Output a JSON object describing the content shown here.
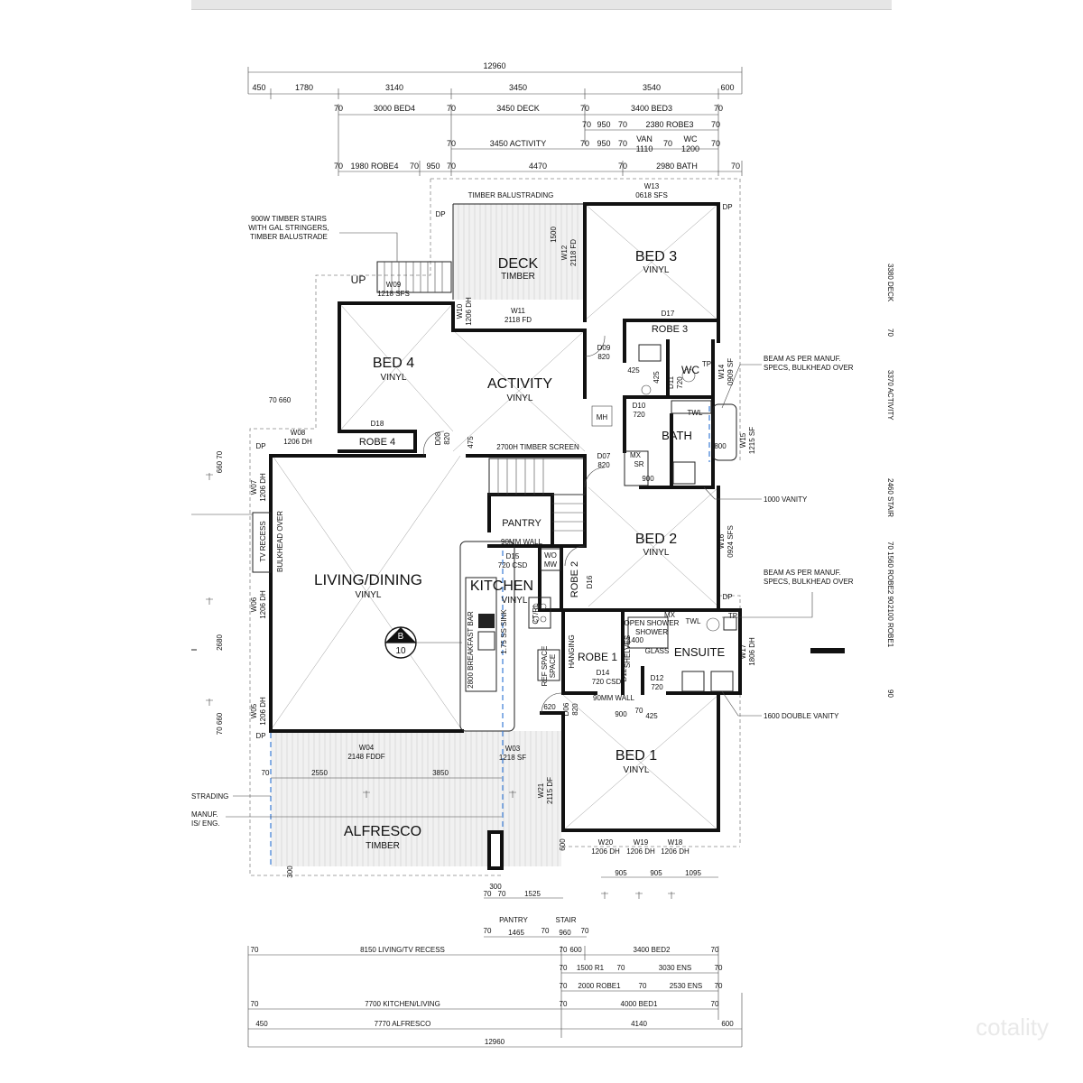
{
  "plan": {
    "top_dims": {
      "overall": "12960",
      "row1": [
        "450",
        "1780",
        "3140",
        "3450",
        "3540",
        "600"
      ],
      "row2": [
        "70",
        "3000 BED4",
        "70",
        "3450 DECK",
        "70",
        "3400 BED3",
        "70"
      ],
      "row3": [
        "70",
        "950",
        "70",
        "2380 ROBE3",
        "70"
      ],
      "row3b": [
        "VAN",
        "WC"
      ],
      "row4": [
        "70",
        "3450 ACTIVITY",
        "70",
        "950",
        "70",
        "1110",
        "70",
        "1200",
        "70"
      ],
      "row5": [
        "70",
        "1980 ROBE4",
        "70",
        "950",
        "70",
        "4470",
        "70",
        "2980 BATH",
        "70"
      ]
    },
    "bottom_dims": {
      "pantry_stair": [
        "PANTRY",
        "STAIR",
        "70",
        "1465",
        "70",
        "960",
        "70"
      ],
      "row1": [
        "70",
        "8150 LIVING/TV RECESS",
        "70",
        "600",
        "3400 BED2",
        "70"
      ],
      "row2": [
        "70",
        "1500 R1",
        "70",
        "3030 ENS",
        "70"
      ],
      "row3": [
        "70",
        "2000 ROBE1",
        "70",
        "2530 ENS",
        "70"
      ],
      "row4": [
        "70",
        "7700 KITCHEN/LIVING",
        "70",
        "4000 BED1",
        "70"
      ],
      "row5": [
        "450",
        "7770 ALFRESCO",
        "4140",
        "600"
      ],
      "overall": "12960"
    },
    "rooms": {
      "deck": "DECK",
      "deck_sub": "TIMBER",
      "bed3": "BED 3",
      "bed3_sub": "VINYL",
      "bed4": "BED 4",
      "bed4_sub": "VINYL",
      "activity": "ACTIVITY",
      "activity_sub": "VINYL",
      "living": "LIVING/DINING",
      "living_sub": "VINYL",
      "kitchen": "KITCHEN",
      "kitchen_sub": "VINYL",
      "bed2": "BED 2",
      "bed2_sub": "VINYL",
      "bath": "BATH",
      "wc": "WC",
      "ensuite": "ENSUITE",
      "bed1": "BED 1",
      "bed1_sub": "VINYL",
      "alfresco": "ALFRESCO",
      "alfresco_sub": "TIMBER",
      "robe3": "ROBE 3",
      "robe4": "ROBE 4",
      "robe2": "ROBE 2",
      "robe1": "ROBE 1",
      "pantry": "PANTRY"
    },
    "labels": {
      "timber_balustrading": "TIMBER BALUSTRADING",
      "w13": "W13",
      "w13b": "0618 SFS",
      "stairs_note": [
        "900W TIMBER STAIRS",
        "WITH GAL STRINGERS,",
        "TIMBER BALUSTRADE"
      ],
      "up": "UP",
      "w09": "W09",
      "w09b": "1218 SFS",
      "w10": "W10",
      "w10b": "1206 DH",
      "w11": "W11",
      "w11b": "2118 FD",
      "w12": "W12",
      "w12b": "2118 FD",
      "deck_1500": "1500",
      "d17": "D17",
      "d09": "D09",
      "d09b": "820",
      "d18": "D18",
      "d08": "D08",
      "d08b": "820",
      "w08": "W08",
      "w08b": "1206 DH",
      "dp": "DP",
      "dim_70_660": "70 660",
      "dim_660_70": "660 70",
      "w07": "W07",
      "w07b": "1206 DH",
      "tv_recess": "TV RECESS",
      "bulkhead_over": "BULKHEAD OVER",
      "w06": "W06",
      "w06b": "1206 DH",
      "w05": "W05",
      "w05b": "1206 DH",
      "dim_2680": "2680",
      "dim_70_660_b": "70 660",
      "screen_2700": "2700H TIMBER SCREEN",
      "d07": "D07",
      "d07b": "820",
      "dim_475": "475",
      "dim_425": "425",
      "dim_425b": "425",
      "d11": "D11",
      "d11b": "720",
      "d10": "D10",
      "d10b": "720",
      "tp": "TP",
      "twl": "TWL",
      "mh": "MH",
      "mx": "MX",
      "sr": "SR",
      "dim_900": "900",
      "dim_800": "800",
      "w14": "W14",
      "w14b": "0909 SF",
      "w15": "W15",
      "w15b": "1215 SF",
      "beam_note": [
        "BEAM AS PER MANUF.",
        "SPECS, BULKHEAD OVER"
      ],
      "vanity_1000": "1000 VANITY",
      "w16": "W16",
      "w16b": "0924 SFS",
      "wall_90": "90MM WALL",
      "d15": "D15",
      "d15b": "720 CSD",
      "wo": "WO",
      "mw": "MW",
      "d16": "D16",
      "ct_rl": "CT/RL",
      "breakfast_bar": "2800 BREAKFAST BAR",
      "ss_sink": "1.75 SS SINK",
      "section": "B",
      "section_num": "10",
      "hanging": "HANGING",
      "ref_space": "REF SPACE",
      "d14": "D14",
      "d14b": "720 CSD",
      "shelves": "SHELVES",
      "open_shower": "OPEN SHOWER",
      "dim_1400": "1400",
      "glass": "GLASS",
      "mx2": "MX",
      "twl2": "TWL",
      "tp2": "TP",
      "d12": "D12",
      "d12b": "720",
      "w17": "W17",
      "w17b": "1806 DH",
      "beam_note2": [
        "BEAM AS PER MANUF.",
        "SPECS, BULKHEAD OVER"
      ],
      "wall_90b": "90MM WALL",
      "dim_620": "620",
      "d06": "D06",
      "d06b": "820",
      "dim_900b": "900",
      "dim_70b": "70",
      "dim_425c": "425",
      "double_vanity": "1600 DOUBLE VANITY",
      "w04": "W04",
      "w04b": "2148 FDDF",
      "w03": "W03",
      "w03b": "1218 SF",
      "dim_70c": "70",
      "dim_2550": "2550",
      "dim_3850": "3850",
      "balustrading_cut": "STRADING",
      "manuf_cut": [
        "MANUF.",
        "IS/ ENG."
      ],
      "w21": "W21",
      "w21b": "2115 DF",
      "dim_600": "600",
      "w20": "W20",
      "w20b": "1206 DH",
      "w19": "W19",
      "w19b": "1206 DH",
      "w18": "W18",
      "w18b": "1206 DH",
      "dim_300": "300",
      "dim_300b": "300",
      "dim_905": "905",
      "dim_905b": "905",
      "dim_1095": "1095",
      "dim_70d": "70",
      "dim_70e": "70",
      "dim_1525": "1525",
      "right_cut": [
        "3380 DECK",
        "70",
        "3370 ACTIVITY",
        "2460 STAIR",
        "70 1560 ROBE2 90",
        "2100 ROBE1",
        "90"
      ]
    },
    "watermark": "cotality"
  }
}
